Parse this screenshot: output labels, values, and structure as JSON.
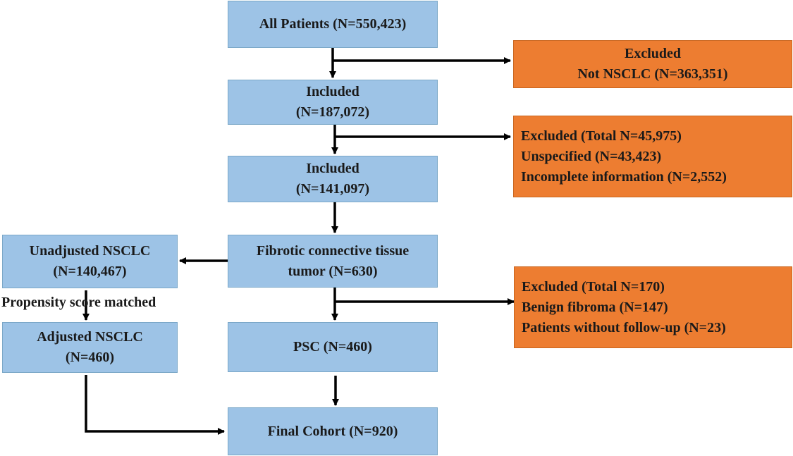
{
  "boxes": {
    "all_patients": {
      "lines": [
        "All Patients (N=550,423)"
      ]
    },
    "excluded_1": {
      "lines": [
        "Excluded",
        "Not NSCLC (N=363,351)"
      ]
    },
    "included_1": {
      "lines": [
        "Included",
        "(N=187,072)"
      ]
    },
    "excluded_2": {
      "lines": [
        "Excluded (Total N=45,975)",
        "Unspecified (N=43,423)",
        "Incomplete information (N=2,552)"
      ]
    },
    "included_2": {
      "lines": [
        "Included",
        "(N=141,097)"
      ]
    },
    "fibrotic": {
      "lines": [
        "Fibrotic connective tissue",
        "tumor (N=630)"
      ]
    },
    "unadjusted": {
      "lines": [
        "Unadjusted NSCLC",
        "(N=140,467)"
      ]
    },
    "excluded_3": {
      "lines": [
        "Excluded (Total N=170)",
        "Benign fibroma (N=147)",
        "Patients without follow-up (N=23)"
      ]
    },
    "adjusted": {
      "lines": [
        "Adjusted NSCLC",
        "(N=460)"
      ]
    },
    "psc": {
      "lines": [
        "PSC (N=460)"
      ]
    },
    "final": {
      "lines": [
        "Final Cohort (N=920)"
      ]
    }
  },
  "labels": {
    "propensity": "Propensity score matched"
  },
  "colors": {
    "included_fill": "#9dc3e6",
    "excluded_fill": "#ed7d31",
    "arrow": "#000000"
  }
}
